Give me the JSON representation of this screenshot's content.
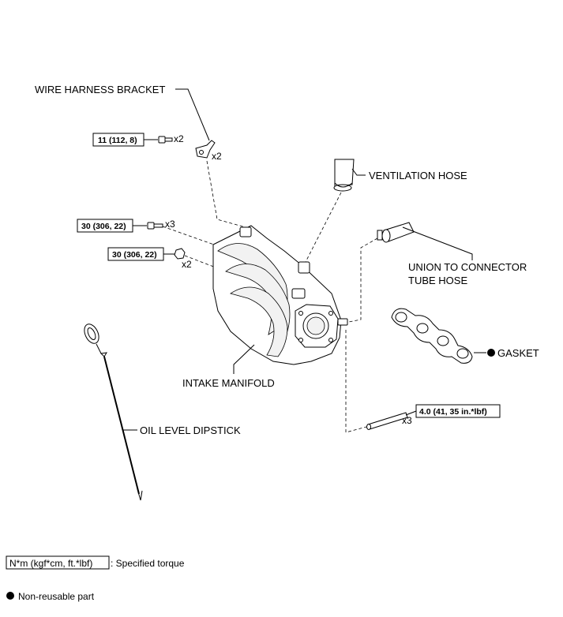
{
  "labels": {
    "wire_harness_bracket": "WIRE HARNESS BRACKET",
    "ventilation_hose": "VENTILATION HOSE",
    "union_hose_line1": "UNION TO CONNECTOR",
    "union_hose_line2": "TUBE HOSE",
    "gasket": "GASKET",
    "intake_manifold": "INTAKE MANIFOLD",
    "oil_level_dipstick": "OIL LEVEL DIPSTICK"
  },
  "torque_specs": {
    "bracket_bolts": "11 (112, 8)",
    "manifold_bolts": "30 (306, 22)",
    "manifold_nuts": "30 (306, 22)",
    "studs": "4.0 (41, 35 in.*lbf)"
  },
  "quantities": {
    "bracket_bolt_qty": "x2",
    "bracket_qty": "x2",
    "manifold_bolt_qty": "x3",
    "manifold_nut_qty": "x2",
    "stud_qty": "x3"
  },
  "legend": {
    "torque_unit": "N*m (kgf*cm, ft.*lbf)",
    "torque_text": ": Specified torque",
    "non_reusable": "Non-reusable part"
  }
}
